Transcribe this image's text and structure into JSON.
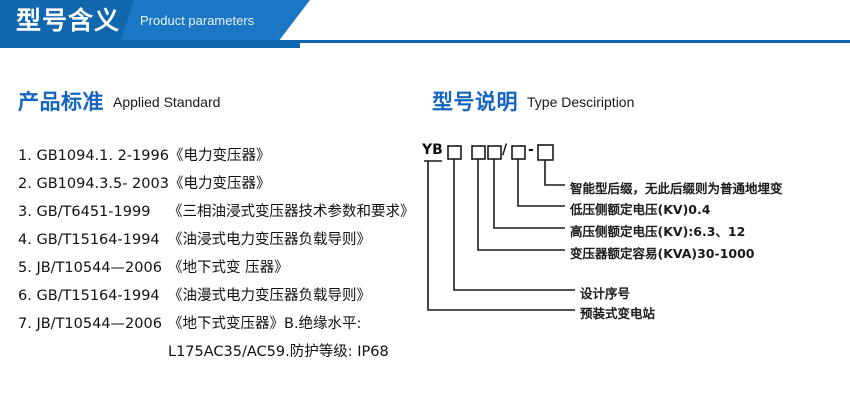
{
  "banner": {
    "title": "型号含义",
    "subtitle": "Product parameters",
    "color_dark": "#1167ae",
    "color_light": "#1b76c4"
  },
  "sections": {
    "left": {
      "cn": "产品标准",
      "en": "Applied Standard"
    },
    "right": {
      "cn": "型号说明",
      "en": "Type Desciription"
    }
  },
  "standards": [
    {
      "num": "1.",
      "code": "GB1094.1. 2-1996",
      "name": "《电力变压器》"
    },
    {
      "num": "2.",
      "code": "GB1094.3.5- 2003",
      "name": "《电力变压器》"
    },
    {
      "num": "3.",
      "code": "GB/T6451-1999",
      "name": "《三相油浸式变压器技术参数和要求》"
    },
    {
      "num": "4.",
      "code": "GB/T15164-1994",
      "name": "《油浸式电力变压器负载导则》"
    },
    {
      "num": "5.",
      "code": "JB/T10544—2006",
      "name": "《地下式变 压器》"
    },
    {
      "num": "6.",
      "code": "GB/T15164-1994",
      "name": "《油漫式电力变压器负载导则》"
    },
    {
      "num": "7.",
      "code": "JB/T10544—2006",
      "name": "《地下式变压器》B.绝缘水平:"
    }
  ],
  "standards_continuation": "L175AC35/AC59.防护等级: IP68",
  "type_code": {
    "prefix": "YB",
    "separator_slash": "/",
    "separator_dash": "-",
    "boxes": [
      "□",
      "□",
      "□",
      "□",
      "□"
    ]
  },
  "annotations": [
    {
      "id": "suffix",
      "text": "智能型后缀，无此后缀则为普通地埋变"
    },
    {
      "id": "lv",
      "text": "低压侧额定电压(KV)0.4"
    },
    {
      "id": "hv",
      "text": "高压侧额定电压(KV):6.3、12"
    },
    {
      "id": "capacity",
      "text": "变压器额定容易(KVA)30-1000"
    },
    {
      "id": "design",
      "text": "设计序号"
    },
    {
      "id": "station",
      "text": "预装式变电站"
    }
  ]
}
